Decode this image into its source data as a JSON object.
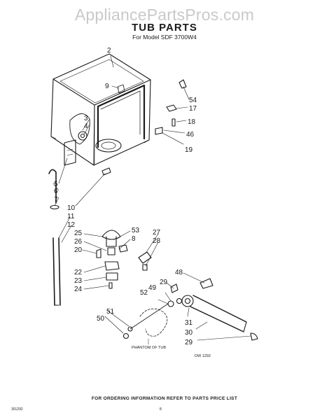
{
  "watermark": "AppliancePartsPros.com",
  "title": "TUB PARTS",
  "subtitle": "For Model SDF 3700W4",
  "callouts": [
    "2",
    "9",
    "54",
    "17",
    "18",
    "46",
    "19",
    "3",
    "4",
    "5",
    "6",
    "7",
    "10",
    "11",
    "12",
    "25",
    "26",
    "20",
    "22",
    "23",
    "24",
    "53",
    "8",
    "27",
    "28",
    "48",
    "29",
    "52",
    "49",
    "31",
    "30",
    "29",
    "51",
    "50"
  ],
  "phantom_label": "PHANTOM OF TUB",
  "drawing_number": "DW 1292",
  "footer": "FOR ORDERING INFORMATION REFER TO PARTS PRICE LIST",
  "doc_code": "301292",
  "page_mark": "8"
}
